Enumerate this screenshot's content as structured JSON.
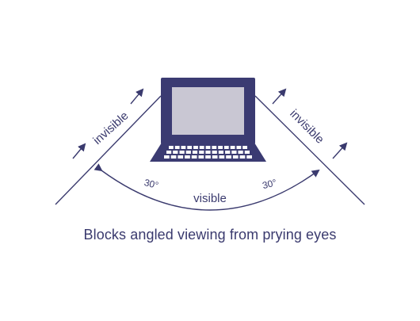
{
  "colors": {
    "ink": "#3a3a6e",
    "laptop_body": "#3b3b72",
    "screen": "#c9c7d3",
    "key": "#ffffff"
  },
  "labels": {
    "left_invisible": "invisible",
    "right_invisible": "invisible",
    "left_angle": "30°",
    "right_angle": "30°",
    "visible": "visible"
  },
  "caption": "Blocks angled viewing from prying eyes",
  "icons": {
    "device": "laptop-icon"
  }
}
